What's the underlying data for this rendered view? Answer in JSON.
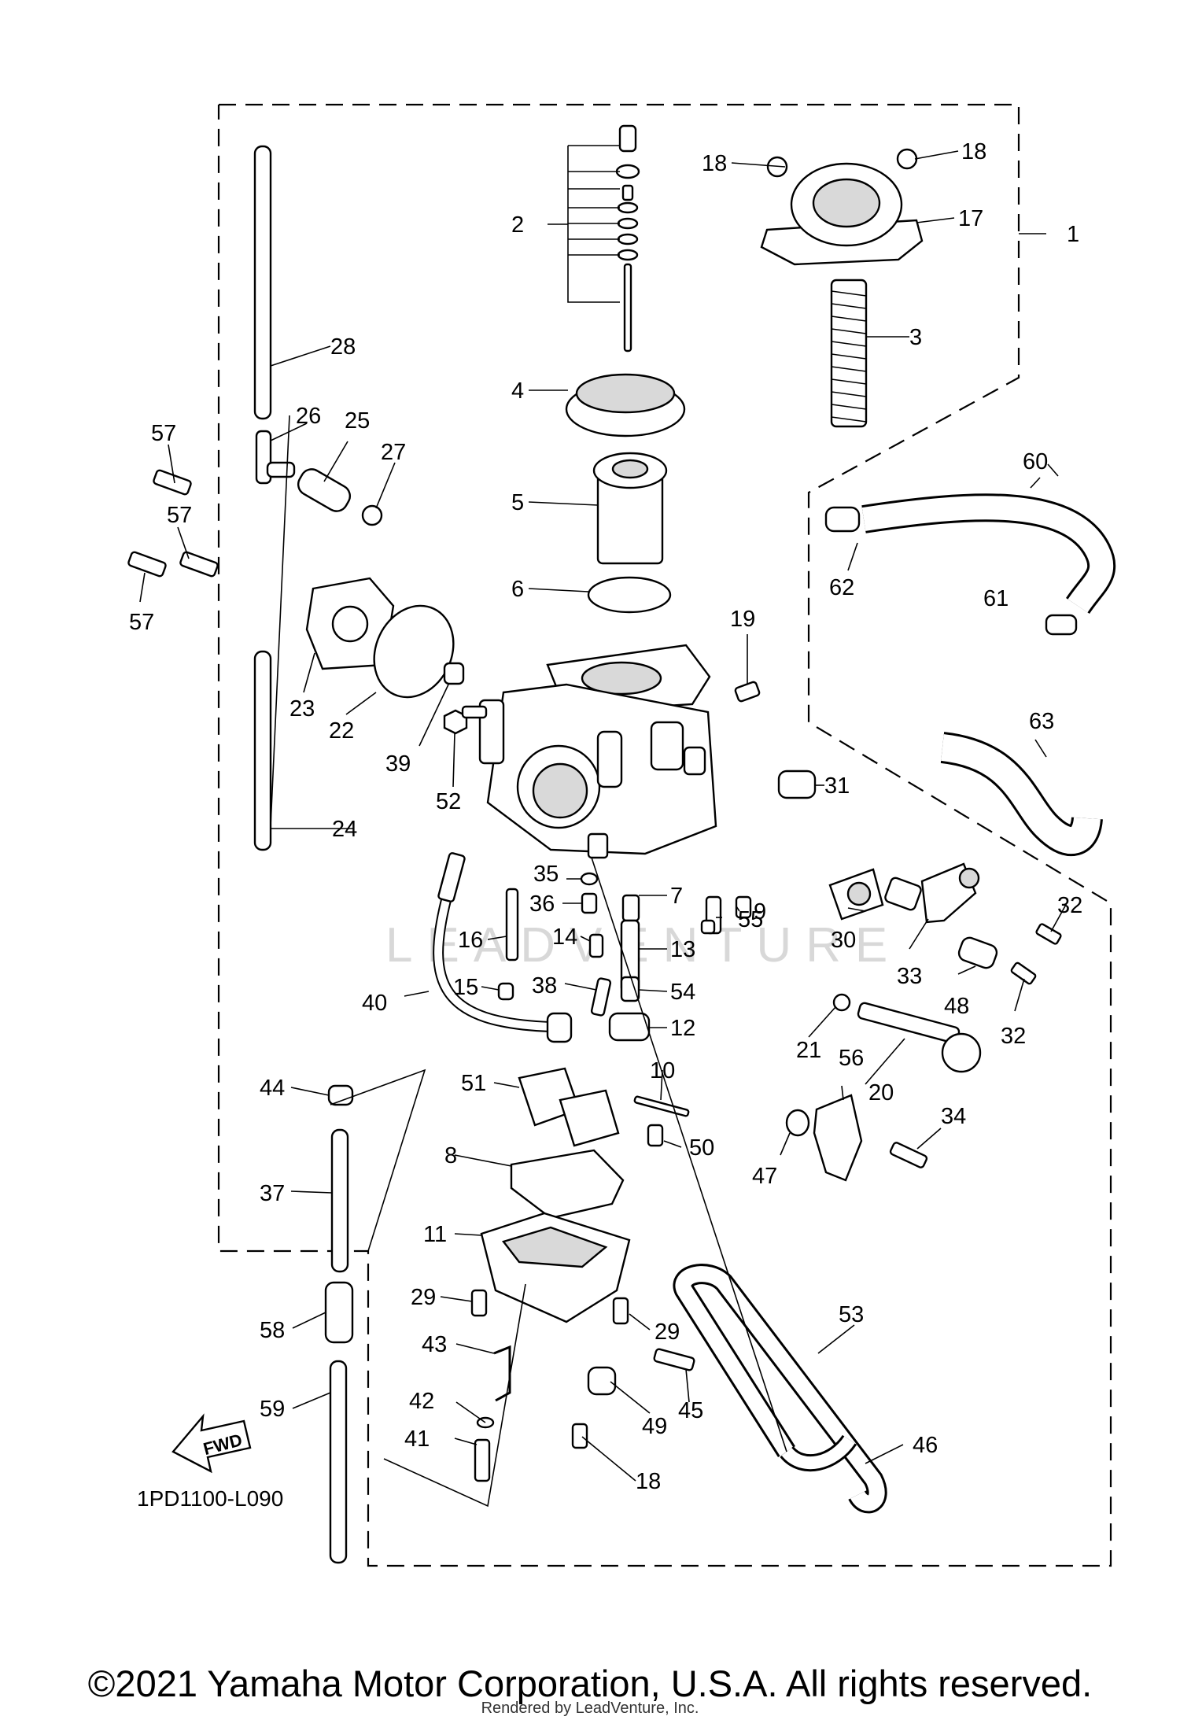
{
  "diagram": {
    "drawing_code": "1PD1100-L090",
    "fwd_label": "FWD",
    "watermark": "LEADVENTURE",
    "callouts": [
      "1",
      "2",
      "3",
      "4",
      "5",
      "6",
      "7",
      "8",
      "9",
      "10",
      "11",
      "12",
      "13",
      "14",
      "15",
      "16",
      "17",
      "18",
      "18",
      "18",
      "19",
      "20",
      "21",
      "22",
      "23",
      "24",
      "25",
      "26",
      "27",
      "28",
      "29",
      "29",
      "30",
      "31",
      "32",
      "32",
      "33",
      "34",
      "35",
      "36",
      "37",
      "38",
      "39",
      "40",
      "41",
      "42",
      "43",
      "44",
      "45",
      "46",
      "47",
      "48",
      "49",
      "50",
      "51",
      "52",
      "53",
      "54",
      "55",
      "56",
      "57",
      "57",
      "57",
      "58",
      "59",
      "60",
      "61",
      "62",
      "63"
    ]
  },
  "footer": {
    "copyright": "©2021 Yamaha Motor Corporation, U.S.A. All rights reserved.",
    "rendered_by": "Rendered by LeadVenture, Inc."
  }
}
